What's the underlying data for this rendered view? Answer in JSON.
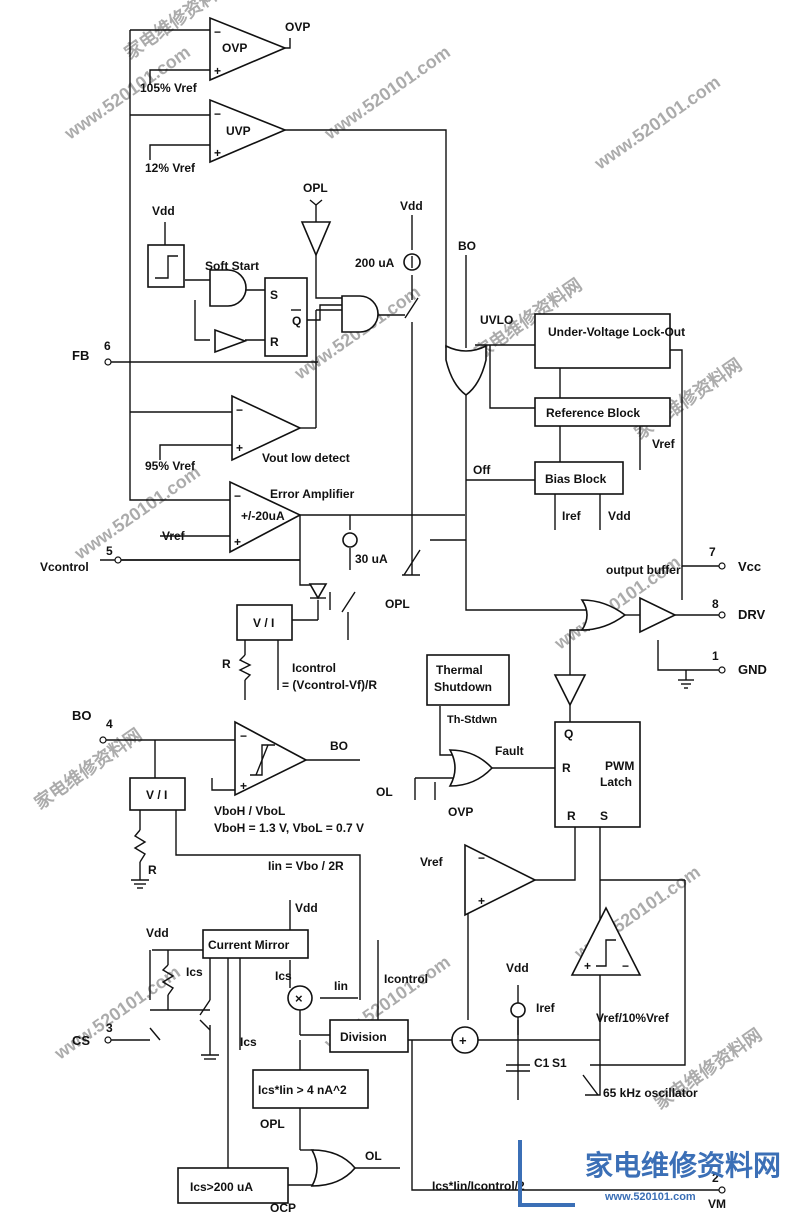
{
  "comparators": {
    "ovp": {
      "name": "OVP",
      "ref": "105% Vref",
      "out": "OVP"
    },
    "uvp": {
      "name": "UVP",
      "ref": "12% Vref"
    },
    "vout_low": {
      "ref": "95% Vref",
      "caption": "Vout low detect"
    },
    "error_amp": {
      "title": "Error Amplifier",
      "gain": "+/-20uA",
      "ref": "Vref"
    },
    "bo": {
      "out": "BO",
      "thresholds": "VboH / VboL",
      "values": "VboH = 1.3 V, VboL = 0.7 V"
    },
    "pwm_cmp": {
      "ref": "Vref"
    },
    "osc": {
      "ref": "Vref/10%Vref",
      "caption": "65 kHz oscillator"
    }
  },
  "soft_start": {
    "label": "Soft Start",
    "vdd": "Vdd",
    "s": "S",
    "r": "R",
    "q": "Q"
  },
  "opl_top": {
    "label": "OPL",
    "vdd": "Vdd",
    "current": "200 uA"
  },
  "bo_in": "BO",
  "uvlo": {
    "label": "UVLO",
    "block": "Under-Voltage Lock-Out"
  },
  "reference_block": {
    "label": "Reference Block",
    "out": "Vref"
  },
  "bias_block": {
    "label": "Bias Block",
    "off": "Off",
    "iref": "Iref",
    "vdd": "Vdd"
  },
  "pins": [
    {
      "num": "6",
      "name": "FB"
    },
    {
      "num": "5",
      "name": "Vcontrol"
    },
    {
      "num": "7",
      "name": "Vcc"
    },
    {
      "num": "8",
      "name": "DRV"
    },
    {
      "num": "1",
      "name": "GND"
    },
    {
      "num": "4",
      "name": "BO"
    },
    {
      "num": "3",
      "name": "CS"
    },
    {
      "num": "2",
      "name": "VM"
    }
  ],
  "output_buffer": "output buffer",
  "cs30": {
    "current": "30 uA",
    "opl": "OPL"
  },
  "vi_top": {
    "label": "V / I",
    "r": "R",
    "icontrol": "Icontrol",
    "formula": "= (Vcontrol-Vf)/R"
  },
  "thermal": {
    "label1": "Thermal",
    "label2": "Shutdown",
    "out": "Th-Stdwn"
  },
  "fault": {
    "ol": "OL",
    "ovp": "OVP",
    "label": "Fault"
  },
  "pwm_latch": {
    "label1": "PWM",
    "label2": "Latch",
    "q": "Q",
    "r_left": "R",
    "r_bottom": "R",
    "s": "S"
  },
  "vi_bo": {
    "label": "V / I",
    "r": "R",
    "iin": "Iin = Vbo / 2R"
  },
  "current_mirror": {
    "label": "Current Mirror",
    "vdd": "Vdd"
  },
  "cs_stage": {
    "vdd": "Vdd",
    "ics1": "Ics",
    "ics2": "Ics",
    "ics3": "Ics"
  },
  "multiplier": {
    "ics": "Ics",
    "iin": "Iin",
    "icontrol": "Icontrol"
  },
  "division": "Division",
  "comparison": "Ics*Iin > 4 nA^2",
  "opl_ol": {
    "opl": "OPL",
    "ol": "OL"
  },
  "ocp_block": {
    "label": "Ics>200 uA",
    "out": "OCP"
  },
  "vm_formula": "Ics*Iin/Icontrol/2",
  "timing": {
    "vdd": "Vdd",
    "iref": "Iref",
    "c1": "C1",
    "s1": "S1"
  },
  "watermark": {
    "site": "www.520101.com",
    "cn": "家电维修资料网",
    "footer_cn": "家电维修资料网",
    "footer_url": "www.520101.com"
  },
  "colors": {
    "line": "#111111",
    "watermark": "#99aaaa",
    "logo": "#3b6fb6"
  }
}
